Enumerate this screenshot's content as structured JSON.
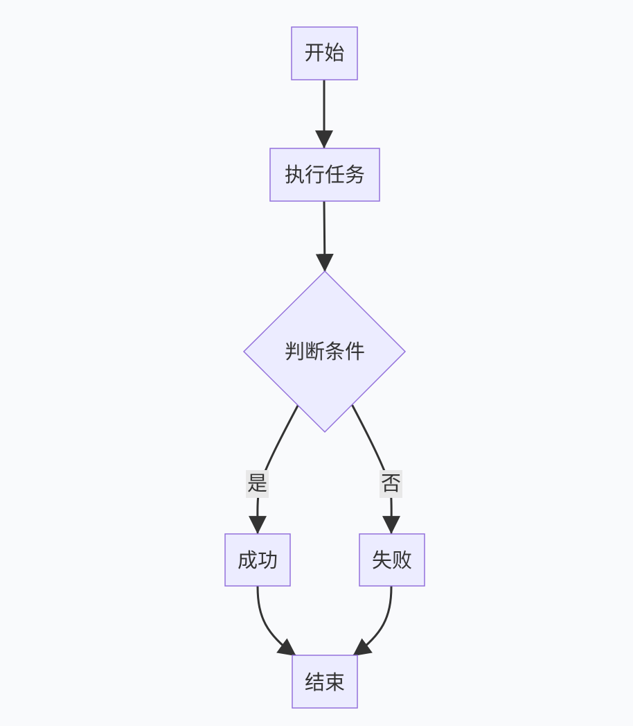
{
  "colors": {
    "background": "#f9fafc",
    "node_fill": "#ececff",
    "node_stroke": "#9370db",
    "edge": "#333333",
    "text": "#333333",
    "edge_label_bg": "#e8e8e8"
  },
  "flowchart": {
    "nodes": {
      "start": {
        "label": "开始",
        "shape": "rect"
      },
      "execute": {
        "label": "执行任务",
        "shape": "rect"
      },
      "decision": {
        "label": "判断条件",
        "shape": "diamond"
      },
      "success": {
        "label": "成功",
        "shape": "rect"
      },
      "failure": {
        "label": "失败",
        "shape": "rect"
      },
      "end": {
        "label": "结束",
        "shape": "rect"
      }
    },
    "edges": [
      {
        "from": "start",
        "to": "execute",
        "label": ""
      },
      {
        "from": "execute",
        "to": "decision",
        "label": ""
      },
      {
        "from": "decision",
        "to": "success",
        "label": "是"
      },
      {
        "from": "decision",
        "to": "failure",
        "label": "否"
      },
      {
        "from": "success",
        "to": "end",
        "label": ""
      },
      {
        "from": "failure",
        "to": "end",
        "label": ""
      }
    ],
    "edge_labels": {
      "yes": "是",
      "no": "否"
    }
  }
}
